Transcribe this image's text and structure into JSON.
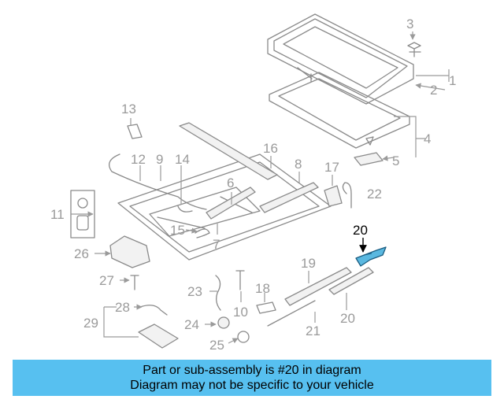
{
  "diagram": {
    "labels": [
      "1",
      "2",
      "3",
      "4",
      "5",
      "7",
      "8",
      "9",
      "10",
      "11",
      "12",
      "13",
      "14",
      "15",
      "16",
      "17",
      "18",
      "19",
      "20",
      "21",
      "22",
      "23",
      "23",
      "24",
      "25",
      "26",
      "27",
      "28",
      "29",
      "6"
    ],
    "highlight_label": "20",
    "highlight_color": "#5ab8e0"
  },
  "banner": {
    "line1": "Part or sub-assembly is #20 in diagram",
    "line2": "Diagram may not be specific to your vehicle",
    "color": "#57c0f0"
  }
}
